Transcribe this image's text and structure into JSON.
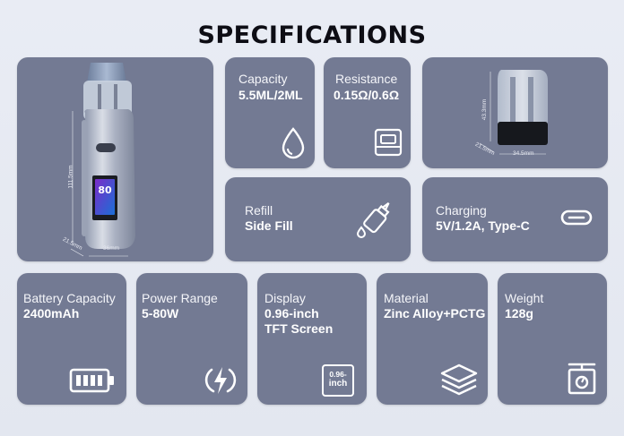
{
  "title": "SPECIFICATIONS",
  "colors": {
    "card": "#737a93",
    "background": "#e6e9f2",
    "text": "#ffffff"
  },
  "device": {
    "height_label": "111.5mm",
    "width_label": "36mm",
    "depth_label": "21.5mm",
    "screen_value": "80"
  },
  "pod": {
    "height_label": "43.3mm",
    "width_label": "34.5mm",
    "depth_label": "21.5mm"
  },
  "specs": {
    "capacity": {
      "label": "Capacity",
      "value": "5.5ML/2ML",
      "icon": "drop-icon"
    },
    "resistance": {
      "label": "Resistance",
      "value": "0.15Ω/0.6Ω",
      "icon": "coil-icon"
    },
    "refill": {
      "label": "Refill",
      "value": "Side Fill",
      "icon": "dropper-bottle-icon"
    },
    "charging": {
      "label": "Charging",
      "value": "5V/1.2A, Type-C",
      "icon": "usb-c-icon"
    },
    "battery": {
      "label": "Battery Capacity",
      "value": "2400mAh",
      "icon": "battery-icon"
    },
    "power": {
      "label": "Power Range",
      "value": "5-80W",
      "icon": "lightning-icon"
    },
    "display": {
      "label": "Display",
      "value_line1": "0.96-inch",
      "value_line2": "TFT Screen",
      "icon": "screen-size-icon",
      "icon_text_top": "0.96-",
      "icon_text_bottom": "inch"
    },
    "material": {
      "label": "Material",
      "value": "Zinc Alloy+PCTG",
      "icon": "layers-icon"
    },
    "weight": {
      "label": "Weight",
      "value": "128g",
      "icon": "scale-icon"
    }
  }
}
